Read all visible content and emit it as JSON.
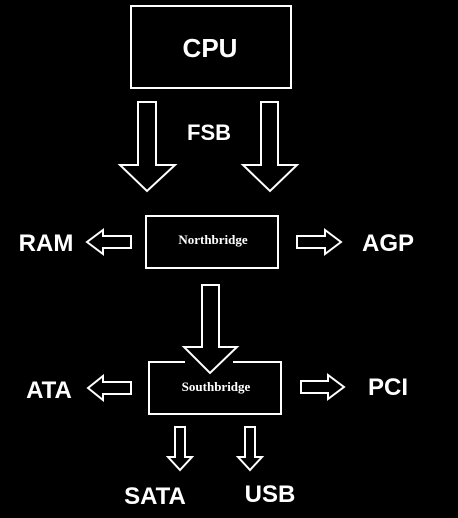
{
  "colors": {
    "background": "#000000",
    "foreground": "#ffffff"
  },
  "nodes": {
    "cpu": "CPU",
    "northbridge": "Northbridge",
    "southbridge": "Southbridge",
    "ram": "RAM",
    "agp": "AGP",
    "ata": "ATA",
    "pci": "PCI",
    "sata": "SATA",
    "usb": "USB"
  },
  "edges": {
    "fsb": "FSB"
  }
}
